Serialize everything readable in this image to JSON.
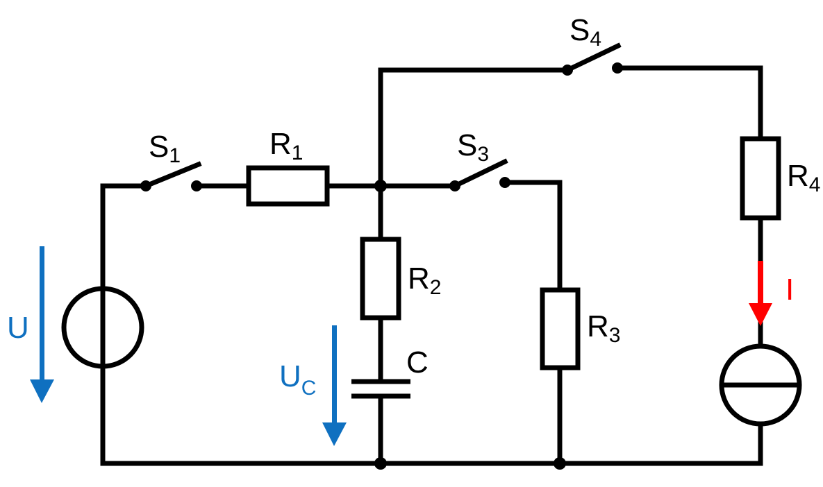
{
  "diagram": {
    "type": "electrical circuit schematic",
    "colors": {
      "wire": "#000000",
      "voltage_arrow": "#0f70c0",
      "current_arrow": "#ff0000"
    },
    "components": {
      "S1": {
        "letter": "S",
        "sub": "1",
        "kind": "switch (open)"
      },
      "S3": {
        "letter": "S",
        "sub": "3",
        "kind": "switch (open)"
      },
      "S4": {
        "letter": "S",
        "sub": "4",
        "kind": "switch (open)"
      },
      "R1": {
        "letter": "R",
        "sub": "1",
        "kind": "resistor"
      },
      "R2": {
        "letter": "R",
        "sub": "2",
        "kind": "resistor"
      },
      "R3": {
        "letter": "R",
        "sub": "3",
        "kind": "resistor"
      },
      "R4": {
        "letter": "R",
        "sub": "4",
        "kind": "resistor"
      },
      "C": {
        "letter": "C",
        "kind": "capacitor"
      },
      "U_source": {
        "kind": "voltage source"
      },
      "I_source": {
        "kind": "current source"
      }
    },
    "annotations": {
      "U": {
        "letter": "U"
      },
      "UC": {
        "letter": "U",
        "sub": "C"
      },
      "I": {
        "letter": "I"
      }
    }
  }
}
